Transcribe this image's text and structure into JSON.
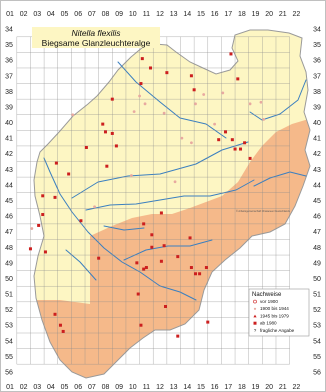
{
  "title": {
    "species": "Nitella flexilis",
    "common_name": "Biegsame Glanzleuchteralge"
  },
  "grid": {
    "columns": [
      "01",
      "02",
      "03",
      "04",
      "05",
      "06",
      "07",
      "08",
      "09",
      "10",
      "11",
      "12",
      "13",
      "14",
      "15",
      "16",
      "17",
      "18",
      "19",
      "20",
      "21",
      "22"
    ],
    "rows": [
      "34",
      "35",
      "36",
      "37",
      "38",
      "39",
      "40",
      "41",
      "42",
      "43",
      "44",
      "45",
      "46",
      "47",
      "48",
      "49",
      "50",
      "51",
      "52",
      "53",
      "54",
      "55",
      "56"
    ]
  },
  "colors": {
    "lowland": "#fdf6c3",
    "upland": "#f5b98a",
    "border": "#9a9a9a",
    "river": "#3a7fc0",
    "grid": "#8c8c8c",
    "record": "#cc1f1f"
  },
  "legend": {
    "title": "Nachweise",
    "items": [
      {
        "label": "vor 1900",
        "symbol": "open-dot"
      },
      {
        "label": "1900 bis 1944",
        "symbol": "small-dot"
      },
      {
        "label": "1945 bis 1979",
        "symbol": "small-triangle"
      },
      {
        "label": "ab 1980",
        "symbol": "red-dot"
      },
      {
        "label": "fragliche Angabe",
        "symbol": "question-mark"
      }
    ]
  },
  "copyright": "© Arbeitsgemeinschaft Characeen Deutschlands",
  "records": [
    {
      "col": 10.7,
      "row": 35.9,
      "period": "ab 1980"
    },
    {
      "col": 11.3,
      "row": 36.5,
      "period": "ab 1980"
    },
    {
      "col": 12.5,
      "row": 36.8,
      "period": "ab 1980"
    },
    {
      "col": 10.6,
      "row": 37.5,
      "period": "ab 1980"
    },
    {
      "col": 14.3,
      "row": 37.0,
      "period": "ab 1980"
    },
    {
      "col": 14.5,
      "row": 37.9,
      "period": "ab 1980"
    },
    {
      "col": 8.5,
      "row": 38.5,
      "period": "ab 1980"
    },
    {
      "col": 17.2,
      "row": 35.6,
      "period": "ab 1980"
    },
    {
      "col": 17.7,
      "row": 37.2,
      "period": "ab 1980"
    },
    {
      "col": 7.8,
      "row": 40.1,
      "period": "ab 1980"
    },
    {
      "col": 8.0,
      "row": 40.6,
      "period": "ab 1980"
    },
    {
      "col": 8.5,
      "row": 40.7,
      "period": "ab 1980"
    },
    {
      "col": 8.8,
      "row": 41.5,
      "period": "ab 1980"
    },
    {
      "col": 6.6,
      "row": 41.6,
      "period": "ab 1980"
    },
    {
      "col": 8.1,
      "row": 42.8,
      "period": "ab 1980"
    },
    {
      "col": 4.4,
      "row": 42.6,
      "period": "ab 1980"
    },
    {
      "col": 5.3,
      "row": 43.3,
      "period": "ab 1980"
    },
    {
      "col": 3.4,
      "row": 44.7,
      "period": "ab 1980"
    },
    {
      "col": 4.3,
      "row": 44.8,
      "period": "ab 1980"
    },
    {
      "col": 3.4,
      "row": 45.9,
      "period": "ab 1980"
    },
    {
      "col": 3.1,
      "row": 46.6,
      "period": "ab 1980"
    },
    {
      "col": 6.2,
      "row": 46.3,
      "period": "ab 1980"
    },
    {
      "col": 3.6,
      "row": 48.3,
      "period": "ab 1980"
    },
    {
      "col": 2.5,
      "row": 48.1,
      "period": "ab 1980"
    },
    {
      "col": 7.5,
      "row": 48.7,
      "period": "ab 1980"
    },
    {
      "col": 11.0,
      "row": 49.3,
      "period": "ab 1980"
    },
    {
      "col": 10.4,
      "row": 51.0,
      "period": "ab 1980"
    },
    {
      "col": 10.6,
      "row": 53.0,
      "period": "ab 1980"
    },
    {
      "col": 12.4,
      "row": 51.8,
      "period": "ab 1980"
    },
    {
      "col": 15.5,
      "row": 52.8,
      "period": "ab 1980"
    },
    {
      "col": 16.3,
      "row": 41.1,
      "period": "ab 1980"
    },
    {
      "col": 16.8,
      "row": 40.6,
      "period": "ab 1980"
    },
    {
      "col": 17.3,
      "row": 41.1,
      "period": "ab 1980"
    },
    {
      "col": 17.5,
      "row": 41.7,
      "period": "ab 1980"
    },
    {
      "col": 17.9,
      "row": 41.7,
      "period": "ab 1980"
    },
    {
      "col": 18.2,
      "row": 41.3,
      "period": "ab 1980"
    },
    {
      "col": 18.6,
      "row": 42.3,
      "period": "ab 1980"
    },
    {
      "col": 12.1,
      "row": 45.8,
      "period": "ab 1980"
    },
    {
      "col": 10.8,
      "row": 46.5,
      "period": "ab 1980"
    },
    {
      "col": 11.4,
      "row": 47.2,
      "period": "ab 1980"
    },
    {
      "col": 11.4,
      "row": 48.0,
      "period": "ab 1980"
    },
    {
      "col": 12.3,
      "row": 47.9,
      "period": "ab 1980"
    },
    {
      "col": 12.1,
      "row": 48.9,
      "period": "ab 1980"
    },
    {
      "col": 10.3,
      "row": 49.0,
      "period": "ab 1980"
    },
    {
      "col": 10.8,
      "row": 49.4,
      "period": "ab 1980"
    },
    {
      "col": 14.2,
      "row": 47.4,
      "period": "ab 1980"
    },
    {
      "col": 14.3,
      "row": 49.3,
      "period": "ab 1980"
    },
    {
      "col": 14.6,
      "row": 49.7,
      "period": "ab 1980"
    },
    {
      "col": 14.9,
      "row": 49.7,
      "period": "ab 1980"
    },
    {
      "col": 15.4,
      "row": 49.3,
      "period": "ab 1980"
    },
    {
      "col": 13.3,
      "row": 48.6,
      "period": "ab 1980"
    },
    {
      "col": 4.3,
      "row": 52.3,
      "period": "ab 1980"
    },
    {
      "col": 4.7,
      "row": 53.0,
      "period": "ab 1980"
    },
    {
      "col": 4.9,
      "row": 53.4,
      "period": "ab 1980"
    },
    {
      "col": 13.3,
      "row": 53.7,
      "period": "ab 1980"
    }
  ],
  "faint_records": [
    {
      "col": 10.5,
      "row": 38.3
    },
    {
      "col": 10.9,
      "row": 38.8
    },
    {
      "col": 15.2,
      "row": 38.2
    },
    {
      "col": 14.6,
      "row": 38.8
    },
    {
      "col": 16.6,
      "row": 38.1
    },
    {
      "col": 18.6,
      "row": 38.8
    },
    {
      "col": 19.4,
      "row": 38.7
    },
    {
      "col": 19.6,
      "row": 39.8
    },
    {
      "col": 16.0,
      "row": 40.1
    },
    {
      "col": 14.3,
      "row": 41.3
    },
    {
      "col": 13.6,
      "row": 41.0
    },
    {
      "col": 12.3,
      "row": 39.4
    },
    {
      "col": 5.6,
      "row": 39.5
    },
    {
      "col": 2.6,
      "row": 46.8
    },
    {
      "col": 7.2,
      "row": 45.4
    },
    {
      "col": 9.9,
      "row": 43.4
    },
    {
      "col": 13.1,
      "row": 43.8
    },
    {
      "col": 10.1,
      "row": 39.3
    }
  ]
}
